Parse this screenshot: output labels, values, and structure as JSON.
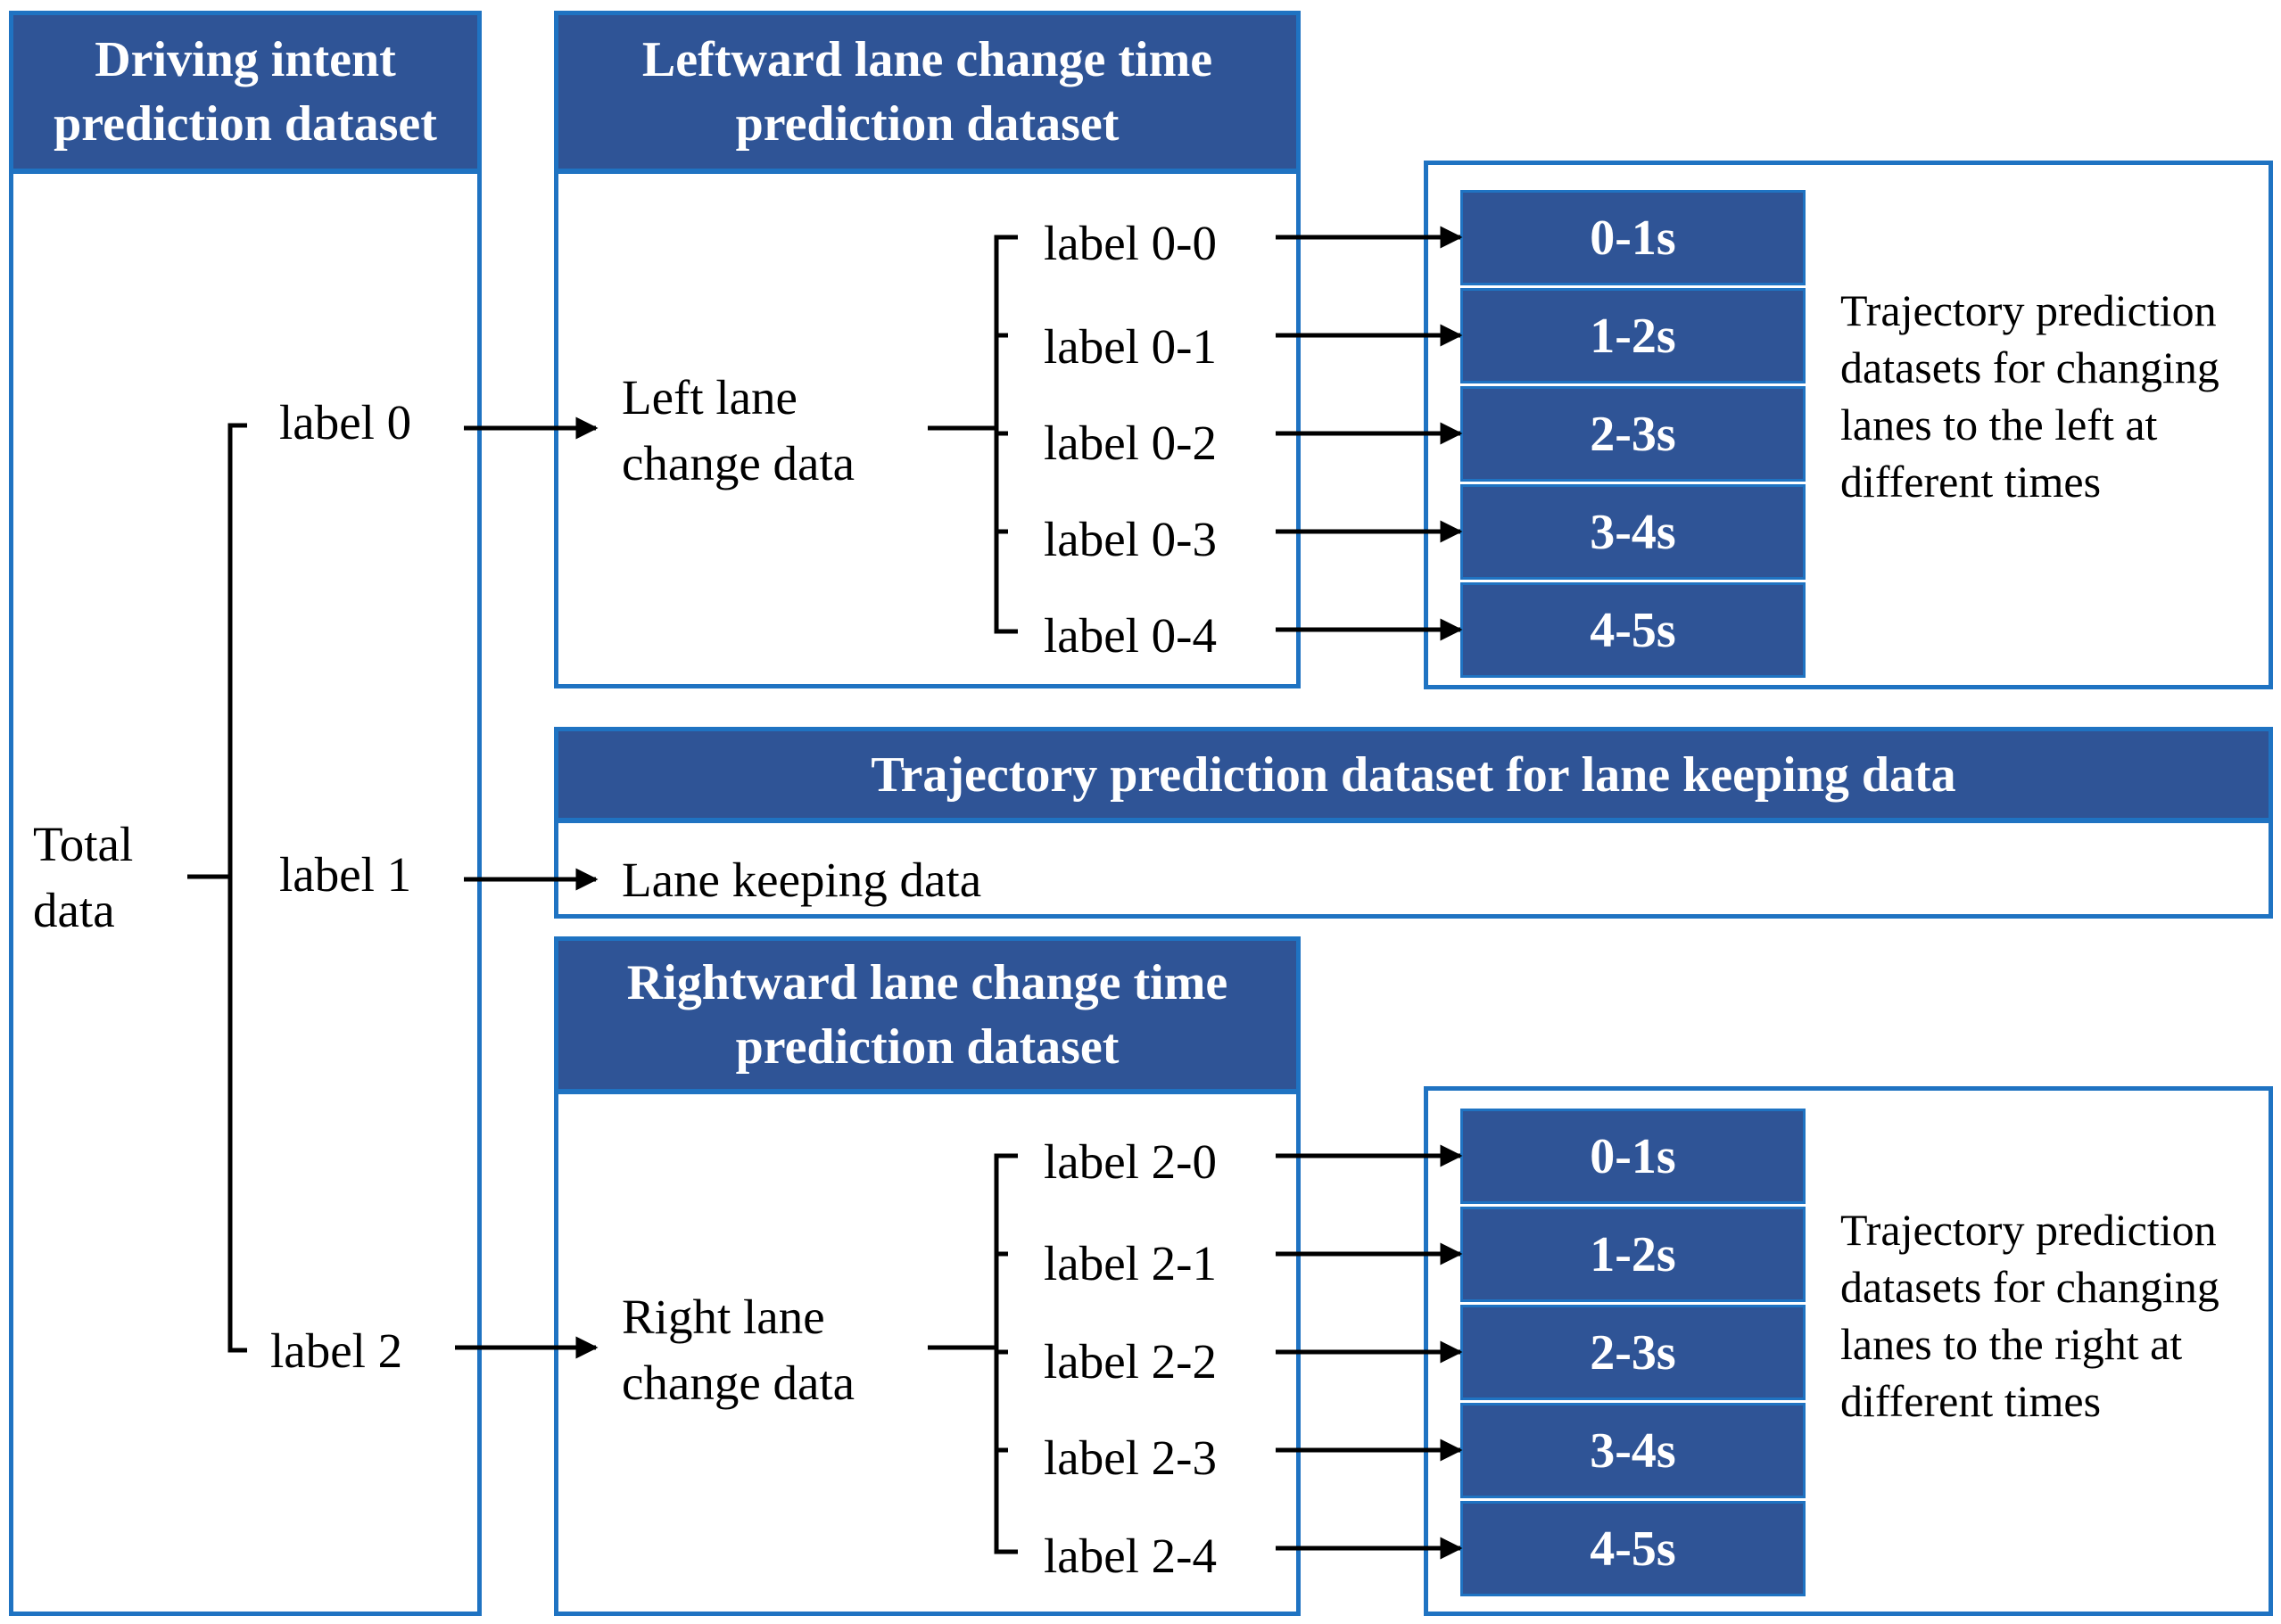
{
  "driving_intent": {
    "header": "Driving intent prediction dataset",
    "total_label": "Total data",
    "labels": [
      "label 0",
      "label 1",
      "label 2"
    ]
  },
  "left_section": {
    "header": "Leftward lane change time prediction dataset",
    "data_label": "Left lane change data",
    "sub_labels": [
      "label 0-0",
      "label 0-1",
      "label 0-2",
      "label 0-3",
      "label 0-4"
    ],
    "time_boxes": [
      "0-1s",
      "1-2s",
      "2-3s",
      "3-4s",
      "4-5s"
    ],
    "description": "Trajectory prediction datasets for changing lanes to the left at different times"
  },
  "keep_section": {
    "header": "Trajectory prediction dataset for lane keeping data",
    "data_label": "Lane keeping data"
  },
  "right_section": {
    "header": "Rightward lane change time prediction dataset",
    "data_label": "Right lane change data",
    "sub_labels": [
      "label 2-0",
      "label 2-1",
      "label 2-2",
      "label 2-3",
      "label 2-4"
    ],
    "time_boxes": [
      "0-1s",
      "1-2s",
      "2-3s",
      "3-4s",
      "4-5s"
    ],
    "description": "Trajectory prediction datasets for changing lanes to the right at different times"
  },
  "colors": {
    "header_fill": "#2f5496",
    "border": "#1f73c2",
    "line": "#000000"
  }
}
